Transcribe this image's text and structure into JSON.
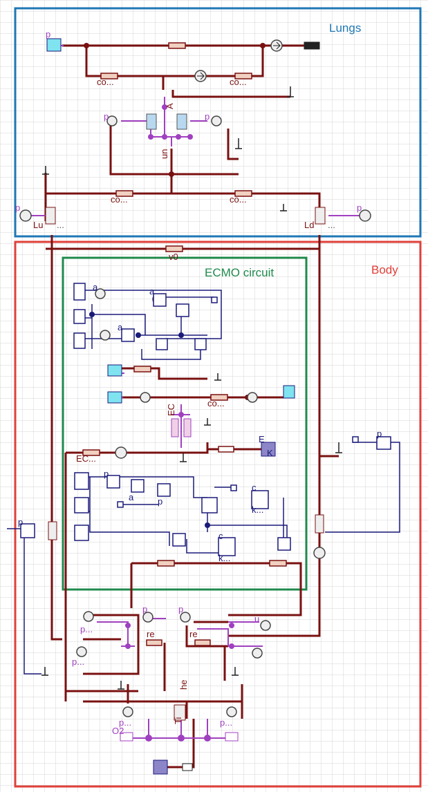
{
  "groups": {
    "lungs": "Lungs",
    "body": "Body",
    "ecmo": "ECMO circuit"
  },
  "colors": {
    "lungs_frame": "#1f77b4",
    "body_frame": "#e0403a",
    "ecmo_frame": "#1f8a4c",
    "pipe": "#7a1010",
    "gas": "#a040c0",
    "signal": "#1a1a7a",
    "grid": "#d4d4d4",
    "port_fill": "#7fe3f0"
  },
  "labels": {
    "lungs_co_1": "co...",
    "lungs_co_2": "co...",
    "lungs_co_3": "co...",
    "lungs_co_4": "co...",
    "lungs_p_top": "p",
    "lungs_p_left": "p",
    "lungs_p_right": "p",
    "lu": "Lu",
    "ld": "Ld",
    "lu_dots": "...",
    "ld_dots": "...",
    "un": "un",
    "a_lung": "A",
    "p_lu": "p",
    "p_ld": "p",
    "v0": "v0",
    "ec_top": "EC",
    "ec_mid": "EC...",
    "co_ecmo": "co...",
    "e_blk": "E",
    "k_blk": "K",
    "p_body_left": "p",
    "p_body_right": "p",
    "c_right": "c",
    "k_right": "k...",
    "c_mid": "c",
    "k_mid": "k...",
    "o2": "O2",
    "re_1": "re",
    "re_2": "re",
    "he": "he",
    "p_low_1": "p...",
    "p_low_2": "p...",
    "p_low_3": "p",
    "p_low_4": "p",
    "p_low_5": "p...",
    "p_low_6": "p...",
    "u_low": "u",
    "ti": "Ti",
    "a_1": "a",
    "a_2": "a",
    "a_3": "a",
    "p_sig": "p",
    "a_sig": "a",
    "p_sig2": "p"
  }
}
